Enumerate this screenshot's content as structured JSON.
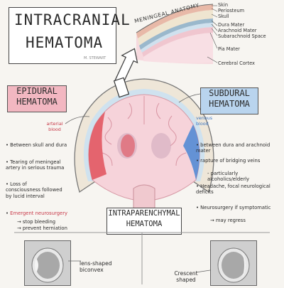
{
  "title": {
    "line1": "INTRACRANIAL",
    "line2": "HEMATOMA",
    "credit": "M. STEWART"
  },
  "anatomy": {
    "title": "MENINGEAL ANATOMY",
    "layers": [
      "Skin",
      "Periosteum",
      "Skull",
      "Dura Mater",
      "Arachnoid Mater",
      "Subarachnoid Space",
      "Pia Mater",
      "Cerebral Cortex"
    ]
  },
  "epidural": {
    "label_line1": "EPIDURAL",
    "label_line2": "HEMATOMA",
    "blood": "arterial blood",
    "bullets": [
      "Between skull and dura",
      "Tearing of meningeal artery in serious trauma",
      "Loss of consciousness followed by lucid interval",
      "Emergent neurosurgery"
    ],
    "sub_bullets": [
      "stop bleeding",
      "prevent herniation"
    ],
    "ct_label": "lens-shaped biconvex"
  },
  "subdural": {
    "label_line1": "SUBDURAL",
    "label_line2": "HEMATOMA",
    "blood": "venous blood",
    "bullets": [
      "between dura and arachnoid mater",
      "rapture of bridging veins",
      "Headache, focal neurological deficits",
      "Neurosurgery if symptomatic"
    ],
    "sub_bullets": [
      "particularly alcoholics/elderly",
      "may regress"
    ],
    "ct_label": "Crescent shaped"
  },
  "intraparenchymal": {
    "line1": "INTRAPARENCHYMAL",
    "line2": "HEMATOMA"
  },
  "colors": {
    "epidural": "#e0505a",
    "subdural": "#4a86d4",
    "brain": "#f6d3da",
    "skull": "#eee6d8"
  }
}
